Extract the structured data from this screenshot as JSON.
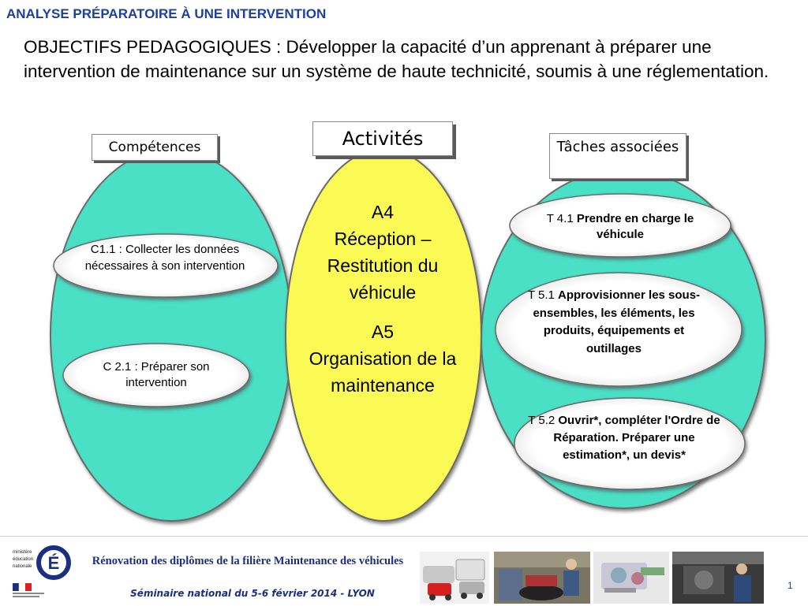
{
  "header": {
    "title": "ANALYSE PRÉPARATOIRE À UNE INTERVENTION",
    "objectifs": "OBJECTIFS PEDAGOGIQUES : Développer la capacité d’un apprenant  à préparer une intervention de maintenance sur un système de haute technicité, soumis à une réglementation."
  },
  "competences": {
    "label": "Compétences",
    "items": [
      {
        "text": "C1.1 : Collecter les données nécessaires à son intervention"
      },
      {
        "text": "C 2.1 : Préparer son intervention"
      }
    ]
  },
  "activites": {
    "label": "Activités",
    "a4_code": "A4",
    "a4_text": "Réception – Restitution du véhicule",
    "a5_code": "A5",
    "a5_text": "Organisation de la maintenance"
  },
  "taches": {
    "label": "Tâches associées",
    "items": [
      {
        "code": "T 4.1",
        "text": "Prendre en charge le véhicule"
      },
      {
        "code": "T 5.1",
        "text": "Approvisionner les sous-ensembles,  les éléments, les produits, équipements et outillages"
      },
      {
        "code": "T 5.2",
        "text": "Ouvrir*, compléter l'Ordre de Réparation. Préparer une estimation*, un devis*"
      }
    ]
  },
  "footer": {
    "title": "Rénovation des diplômes  de  la filière Maintenance des véhicules",
    "subtitle": "Séminaire national du 5-6 février 2014 - LYON",
    "logo_lines": [
      "ministère",
      "éducation",
      "nationale"
    ],
    "page_number": "1"
  },
  "colors": {
    "title_blue": "#1f3f9f",
    "turquoise": "#48e0c6",
    "yellow": "#fbfa54",
    "footer_blue": "#1a2f80"
  },
  "icons": [
    "marianne-logo-icon"
  ]
}
